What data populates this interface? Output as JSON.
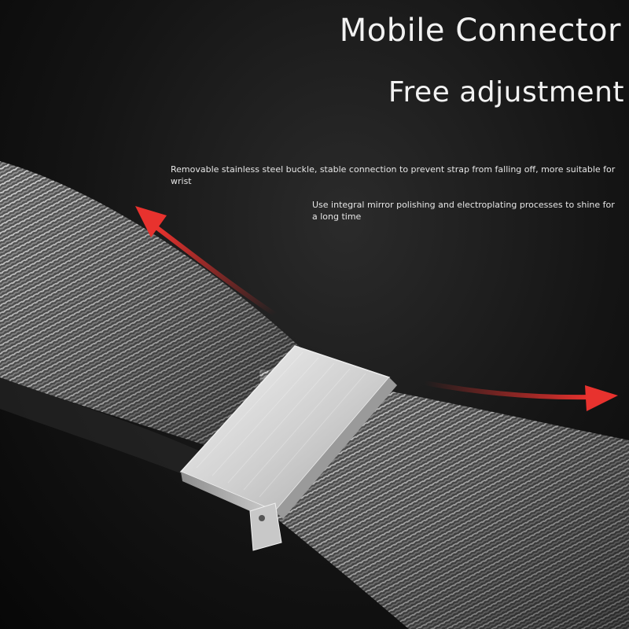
{
  "heading": {
    "title": "Mobile Connector",
    "subtitle": "Free adjustment"
  },
  "captions": [
    "Removable stainless steel buckle, stable connection to prevent strap from falling off, more suitable for wrist",
    "Use integral mirror polishing and electroplating processes to shine for a long time"
  ],
  "colors": {
    "background": "#111111",
    "mesh": "#b9b9b9",
    "buckle": "#dcdcdc",
    "arrow": "#e8322e"
  }
}
